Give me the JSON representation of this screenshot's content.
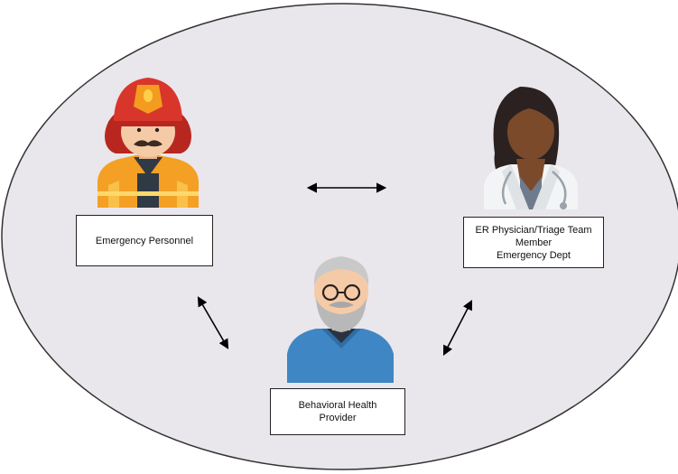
{
  "nodes": {
    "emergency_personnel": {
      "label": "Emergency Personnel",
      "icon": "firefighter-icon"
    },
    "er_physician": {
      "line1": "ER Physician/Triage Team",
      "line2": "Member",
      "line3": "Emergency Dept",
      "icon": "doctor-icon"
    },
    "behavioral_health": {
      "line1": "Behavioral Health",
      "line2": "Provider",
      "icon": "elderly-man-icon"
    }
  },
  "edges": [
    {
      "from": "emergency_personnel",
      "to": "er_physician",
      "style": "bidirectional"
    },
    {
      "from": "emergency_personnel",
      "to": "behavioral_health",
      "style": "bidirectional"
    },
    {
      "from": "behavioral_health",
      "to": "er_physician",
      "style": "bidirectional"
    }
  ],
  "colors": {
    "ellipse_fill": "#e9e6ec",
    "ellipse_stroke": "#333333",
    "helmet_red": "#d9362b",
    "jacket_orange": "#f4a024",
    "skin_light": "#f5cba7",
    "skin_dark": "#7a4a2a",
    "hair_dark": "#2b2120",
    "coat_white": "#f2f4f5",
    "sweater_blue": "#3f86c4",
    "hair_grey": "#c9c9c9"
  }
}
